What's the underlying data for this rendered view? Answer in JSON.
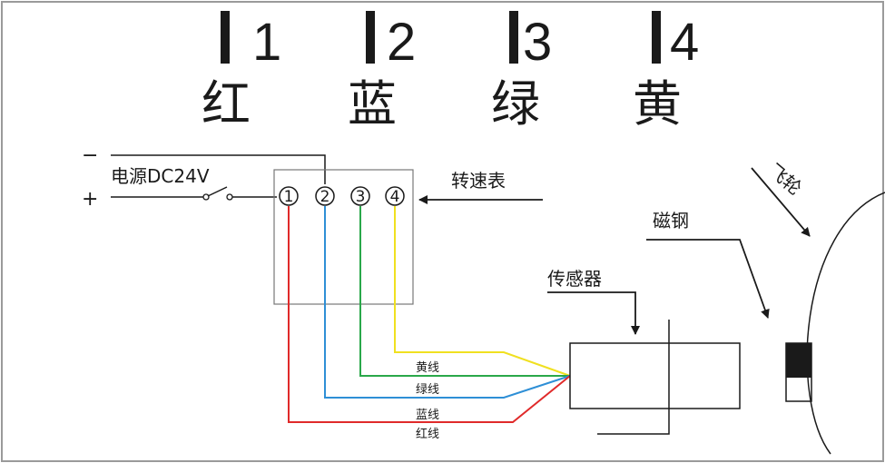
{
  "header": {
    "items": [
      {
        "number": "1",
        "color_name": "红"
      },
      {
        "number": "2",
        "color_name": "蓝"
      },
      {
        "number": "3",
        "color_name": "绿"
      },
      {
        "number": "4",
        "color_name": "黄"
      }
    ]
  },
  "power": {
    "minus_sign": "−",
    "plus_sign": "+",
    "label": "电源DC24V"
  },
  "tachometer": {
    "label": "转速表",
    "terminals": [
      "1",
      "2",
      "3",
      "4"
    ]
  },
  "wires": [
    {
      "label": "黄线",
      "color": "#f0e020"
    },
    {
      "label": "绿线",
      "color": "#2aa84a"
    },
    {
      "label": "蓝线",
      "color": "#2e8fd6"
    },
    {
      "label": "红线",
      "color": "#e02a2a"
    }
  ],
  "sensor": {
    "label": "传感器"
  },
  "magnet": {
    "label": "磁钢"
  },
  "flywheel": {
    "label": "飞轮"
  }
}
